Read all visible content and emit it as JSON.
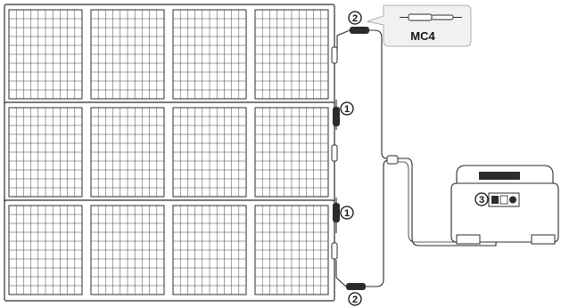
{
  "diagram": {
    "panels": [
      {
        "id": "panel-top",
        "cells": 4
      },
      {
        "id": "panel-middle",
        "cells": 4
      },
      {
        "id": "panel-bottom",
        "cells": 4
      }
    ],
    "markers": {
      "series_connection": "1",
      "mc4_connector": "2",
      "power_station_input": "3"
    },
    "callout": {
      "connector_type": "MC4"
    },
    "icons": [
      "solar-panel-icon",
      "mc4-connector-icon",
      "power-station-icon",
      "cable-icon"
    ]
  }
}
